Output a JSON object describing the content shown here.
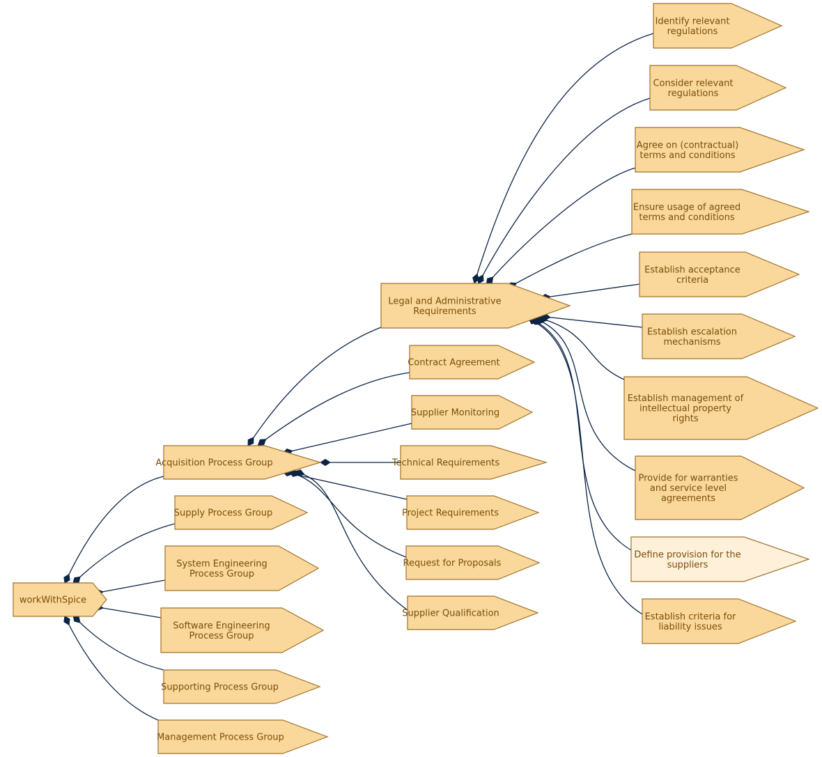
{
  "colors": {
    "node_fill": "#fad89b",
    "node_fill_highlight": "#fff0d9",
    "node_stroke": "#a0722a",
    "node_text": "#7a4e0a",
    "edge": "#0b2345"
  },
  "nodes": {
    "root": "workWithSpice",
    "acquisition": "Acquisition Process Group",
    "supply": "Supply Process Group",
    "system_eng": [
      "System Engineering",
      "Process Group"
    ],
    "software_eng": [
      "Software Engineering",
      "Process Group"
    ],
    "supporting": "Supporting Process Group",
    "management": "Management Process Group",
    "legal": [
      "Legal and Administrative",
      "Requirements"
    ],
    "contract": "Contract Agreement",
    "supplier_monitoring": "Supplier Monitoring",
    "technical_req": "Technical Requirements",
    "project_req": "Project Requirements",
    "rfp": "Request for Proposals",
    "supplier_qual": "Supplier Qualification",
    "identify_regs": [
      "Identify relevant",
      "regulations"
    ],
    "consider_regs": [
      "Consider relevant",
      "regulations"
    ],
    "agree_terms": [
      "Agree on (contractual)",
      "terms and conditions"
    ],
    "ensure_terms": [
      "Ensure usage of agreed",
      "terms and conditions"
    ],
    "acceptance": [
      "Establish acceptance",
      "criteria"
    ],
    "escalation": [
      "Establish escalation",
      "mechanisms"
    ],
    "ip_rights": [
      "Establish management of",
      "intellectual property",
      "rights"
    ],
    "warranties": [
      "Provide for warranties",
      "and service level",
      "agreements"
    ],
    "provision": [
      "Define provision for the",
      "suppliers"
    ],
    "liability": [
      "Establish criteria for",
      "liability issues"
    ]
  }
}
